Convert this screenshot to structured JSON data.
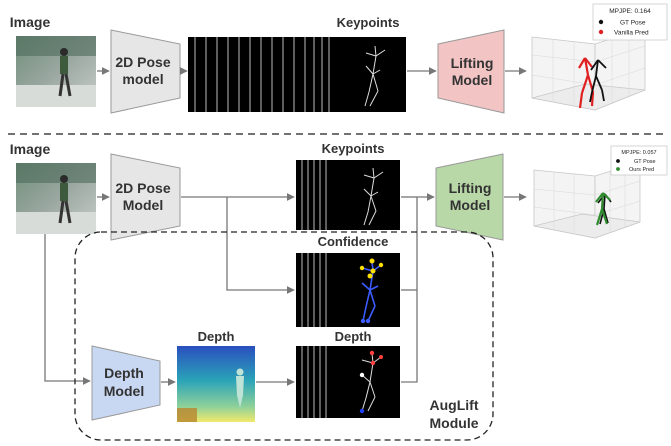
{
  "top": {
    "image_label": "Image",
    "pose_model": [
      "2D Pose",
      "model"
    ],
    "keypoints_label": "Keypoints",
    "lifting_model": [
      "Lifting",
      "Model"
    ],
    "legend": {
      "title": "MPJPE: 0.164",
      "gt": "GT Pose",
      "pred": "Vanilla Pred"
    }
  },
  "bottom": {
    "image_label": "Image",
    "pose_model": [
      "2D Pose",
      "Model"
    ],
    "keypoints_label": "Keypoints",
    "lifting_model": [
      "Lifting",
      "Model"
    ],
    "confidence_label": "Confidence",
    "depth_model": [
      "Depth",
      "Model"
    ],
    "depth_image_label": "Depth",
    "depth_keypoints_label": "Depth",
    "module_label": [
      "AugLift",
      "Module"
    ],
    "legend": {
      "title": "MPJPE: 0.057",
      "gt": "GT Pose",
      "pred": "Ours Pred"
    }
  },
  "colors": {
    "pose_model": "#e6e6e6",
    "lifting_top": "#f2c4c4",
    "lifting_bottom": "#b9d8a8",
    "depth_model": "#c9d8f2",
    "gt": "#111111",
    "vanilla_pred": "#e02020",
    "ours_pred": "#2e8b2e"
  }
}
